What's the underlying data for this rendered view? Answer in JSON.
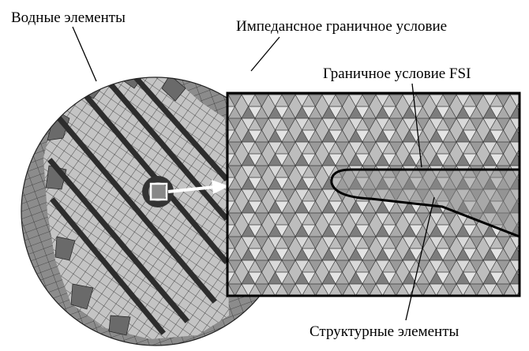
{
  "labels": {
    "water_elements": "Водные элементы",
    "impedance_bc": "Импедансное граничное условие",
    "fsi_bc": "Граничное условие FSI",
    "structural_elements": "Структурные элементы"
  },
  "colors": {
    "outer_ring": "#8a8a8a",
    "mesh_light": "#c8c8c8",
    "mesh_dark": "#5a5a5a",
    "mesh_line": "#2a2a2a",
    "stripe": "#3a3a3a",
    "inset_border": "#000000",
    "arrow": "#ffffff"
  }
}
